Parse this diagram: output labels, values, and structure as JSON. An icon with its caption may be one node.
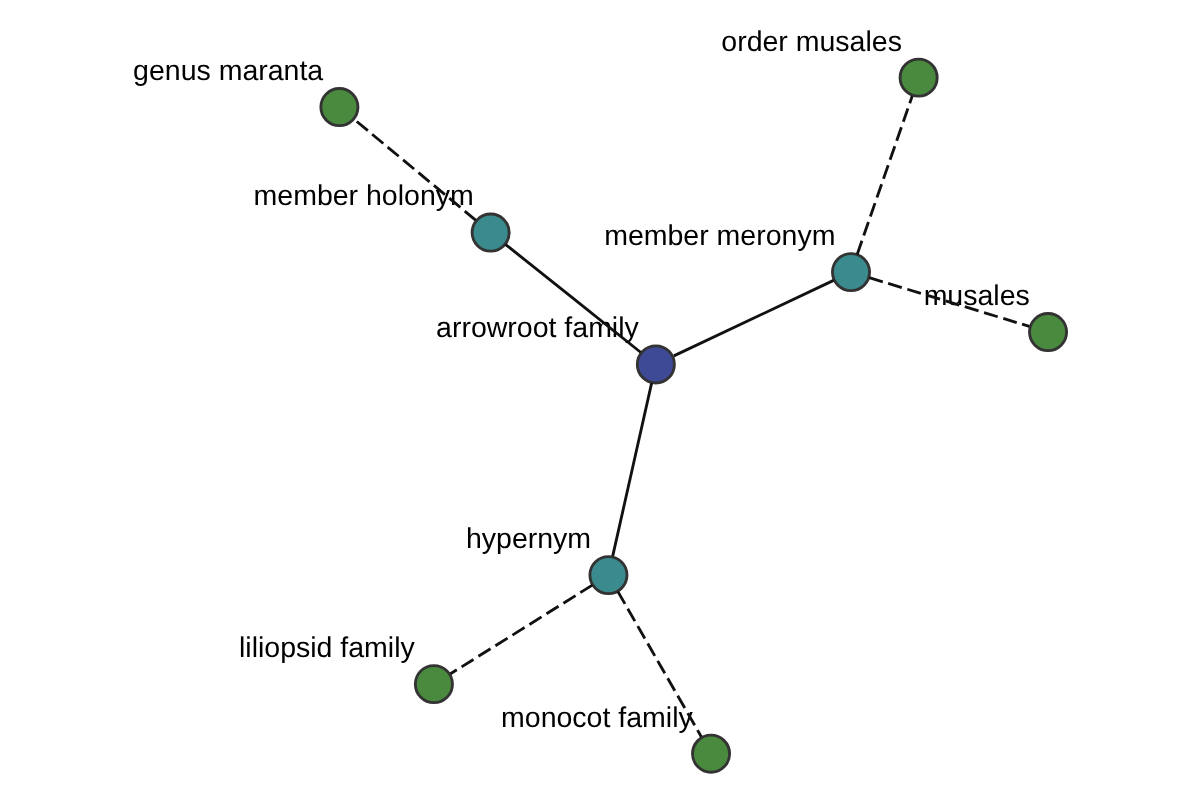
{
  "diagram": {
    "nodes": [
      {
        "text": [
          "arrowroot family"
        ]
      },
      {
        "text": [
          "member meronym"
        ]
      },
      {
        "text": [
          "musales"
        ]
      },
      {
        "text": [
          "order musales"
        ]
      },
      {
        "text": [
          "member holonym"
        ]
      },
      {
        "text": [
          "genus maranta"
        ]
      },
      {
        "text": [
          "hypernym"
        ]
      },
      {
        "text": [
          "monocot family"
        ]
      },
      {
        "text": [
          "liliopsid family"
        ]
      }
    ],
    "edges": [
      {
        "from": 0,
        "to": 1,
        "arrow": "none"
      },
      {
        "from": 1,
        "to": 2,
        "arrow": "none",
        "style": "dashed"
      },
      {
        "from": 1,
        "to": 3,
        "arrow": "none",
        "style": "dashed"
      },
      {
        "from": 0,
        "to": 4,
        "arrow": "none"
      },
      {
        "from": 4,
        "to": 5,
        "arrow": "none",
        "style": "dashed"
      },
      {
        "from": 0,
        "to": 6,
        "arrow": "none"
      },
      {
        "from": 6,
        "to": 7,
        "arrow": "none",
        "style": "dashed"
      },
      {
        "from": 6,
        "to": 8,
        "arrow": "none",
        "style": "dashed"
      }
    ]
  }
}
